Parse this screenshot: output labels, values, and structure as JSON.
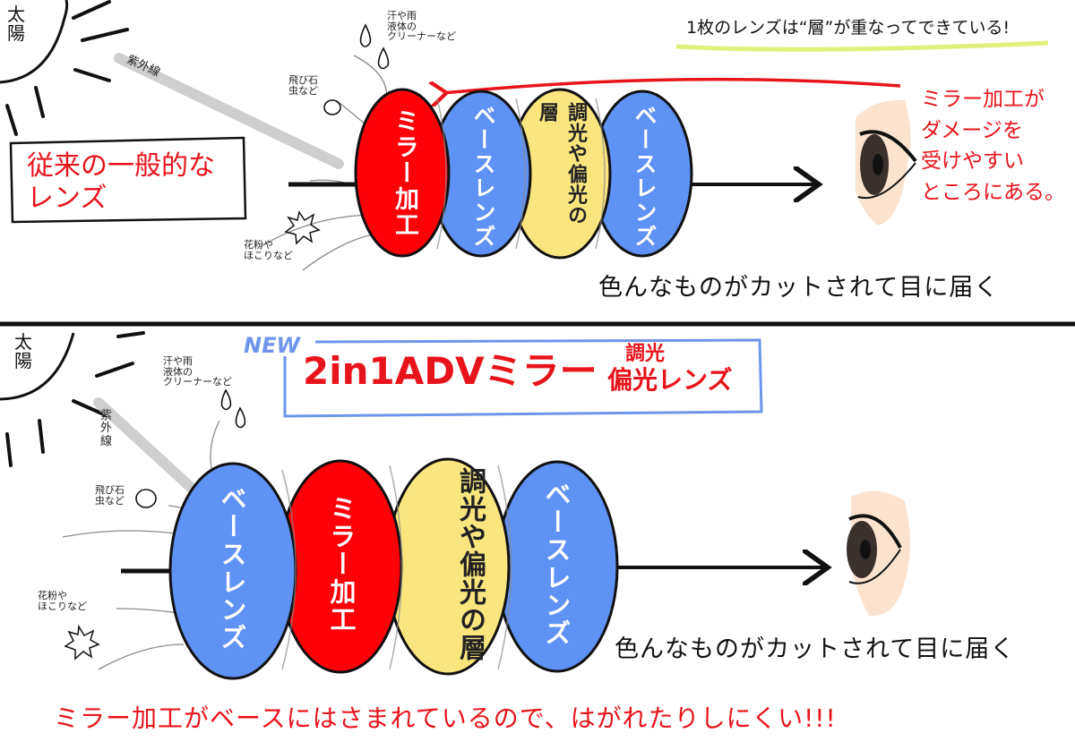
{
  "colors": {
    "base_lens": "#5f92f5",
    "mirror": "#ff0008",
    "dimming": "#fae57f",
    "red_text": "#e8141b",
    "blue_frame": "#6e95ea",
    "highlight": "#e1f07a",
    "skin": "#fbe3d0"
  },
  "top": {
    "sun_label": "太\n陽",
    "uv_label": "紫外線",
    "liquid_label": "汗や雨\n液体の\nクリーナーなど",
    "stone_label": "飛び石\n虫など",
    "pollen_label": "花粉や\nほこりなど",
    "title": "従来の一般的な\nレンズ",
    "lenses": [
      {
        "label": "ミラー加工"
      },
      {
        "label": "ベースレンズ"
      },
      {
        "label": "調光や偏光の層"
      },
      {
        "label": "ベースレンズ"
      }
    ],
    "layer_note": "1枚のレンズは“層”が重なってできている!",
    "damage_note": "ミラー加工が\nダメージを\n受けやすい\nところにある。",
    "cut_text": "色んなものがカットされて目に届く"
  },
  "bottom": {
    "sun_label": "太\n陽",
    "uv_label": "紫\n外\n線",
    "liquid_label": "汗や雨\n液体の\nクリーナーなど",
    "stone_label": "飛び石\n虫など",
    "pollen_label": "花粉や\nほこりなど",
    "new_badge": "NEW",
    "title_main": "2in1ADVミラー",
    "title_sub1": "調光",
    "title_sub2": "偏光レンズ",
    "lenses": [
      {
        "label": "ベースレンズ"
      },
      {
        "label": "ミラー加工"
      },
      {
        "label": "調光や偏光の層"
      },
      {
        "label": "ベースレンズ"
      }
    ],
    "cut_text": "色んなものがカットされて目に届く",
    "footer": "ミラー加工がベースにはさまれているので、はがれたりしにくい!!!"
  }
}
